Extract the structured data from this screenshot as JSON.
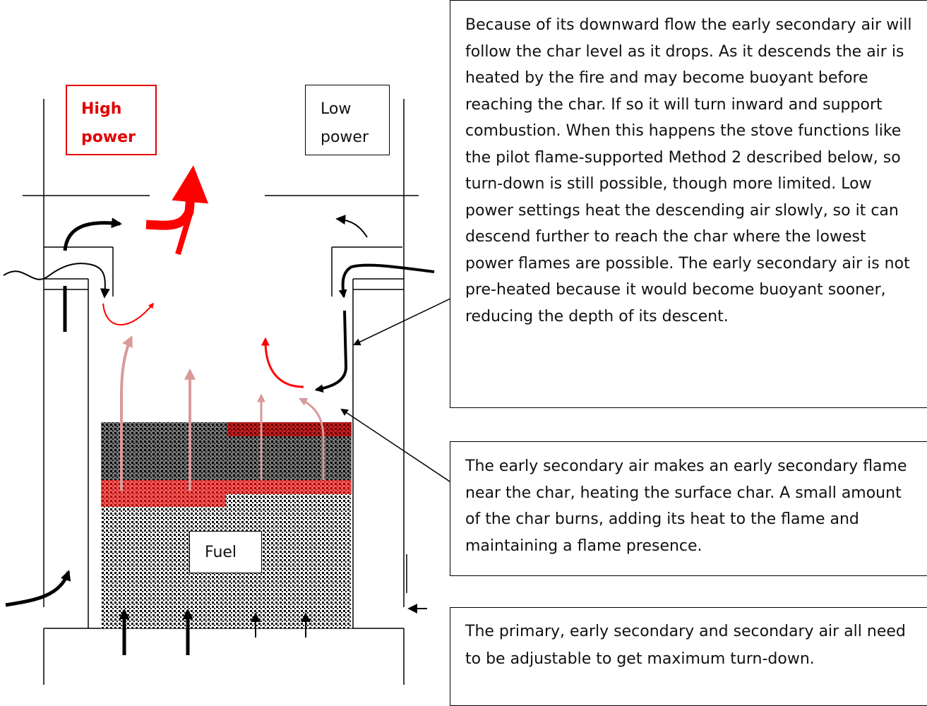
{
  "labels": {
    "high_power_line1": "High",
    "high_power_line2": "power",
    "low_power_line1": "Low",
    "low_power_line2": "power",
    "fuel": "Fuel"
  },
  "explanations": {
    "descent": "Because of its downward flow the early secondary air will follow the char level as it drops. As it descends the air is heated by the fire and may become buoyant before reaching the char.  If so it will turn inward and support combustion.   When this happens the stove functions like the pilot flame-supported Method 2 described below, so turn-down is still possible, though more limited.  Low power settings heat the descending air slowly, so it can descend further to reach the char where the lowest power flames are possible.  The early secondary air is not pre-heated because it would become buoyant sooner, reducing the depth of its descent.",
    "early_flame": "The early secondary air makes an early secondary flame near the char, heating the surface char.  A small amount of the char burns, adding its heat to the flame and maintaining a flame presence.",
    "adjustable": "The primary, early secondary and secondary air all need to be adjustable to get maximum turn-down."
  },
  "colors": {
    "high_power": "#e00000",
    "flame_red": "#ff0000",
    "primary_rise": "#d99a9a",
    "char_dark": "#707070",
    "char_red": "#e85050"
  }
}
